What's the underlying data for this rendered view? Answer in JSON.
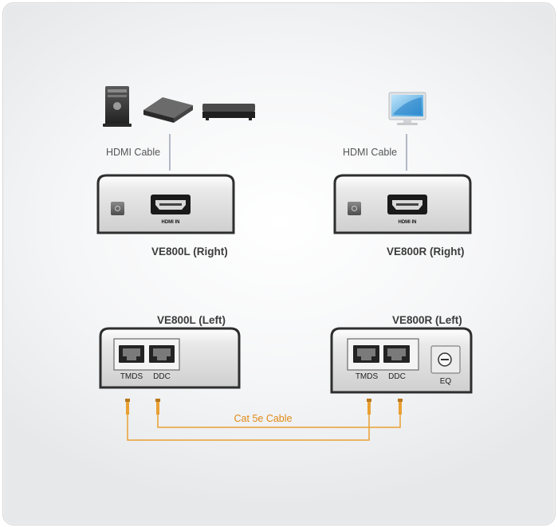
{
  "diagram": {
    "left_hdmi_cable_label": "HDMI Cable",
    "right_hdmi_cable_label": "HDMI Cable",
    "units": {
      "ve800l_right": {
        "model": "VE800L (Right)",
        "port": "HDMI IN"
      },
      "ve800r_right": {
        "model": "VE800R (Right)",
        "port": "HDMI IN"
      },
      "ve800l_left": {
        "model": "VE800L (Left)",
        "port_1": "TMDS",
        "port_2": "DDC"
      },
      "ve800r_left": {
        "model": "VE800R (Left)",
        "port_1": "TMDS",
        "port_2": "DDC",
        "eq": "EQ"
      }
    },
    "cat_cable_label": "Cat 5e Cable",
    "colors": {
      "cable": "#e9a034",
      "unit_body": "#d9d9d9",
      "unit_border": "#3a3a3a"
    },
    "source_devices": [
      "computer-tower-icon",
      "dvd-player-icon",
      "set-top-box-icon"
    ],
    "display_device": "monitor-icon"
  }
}
